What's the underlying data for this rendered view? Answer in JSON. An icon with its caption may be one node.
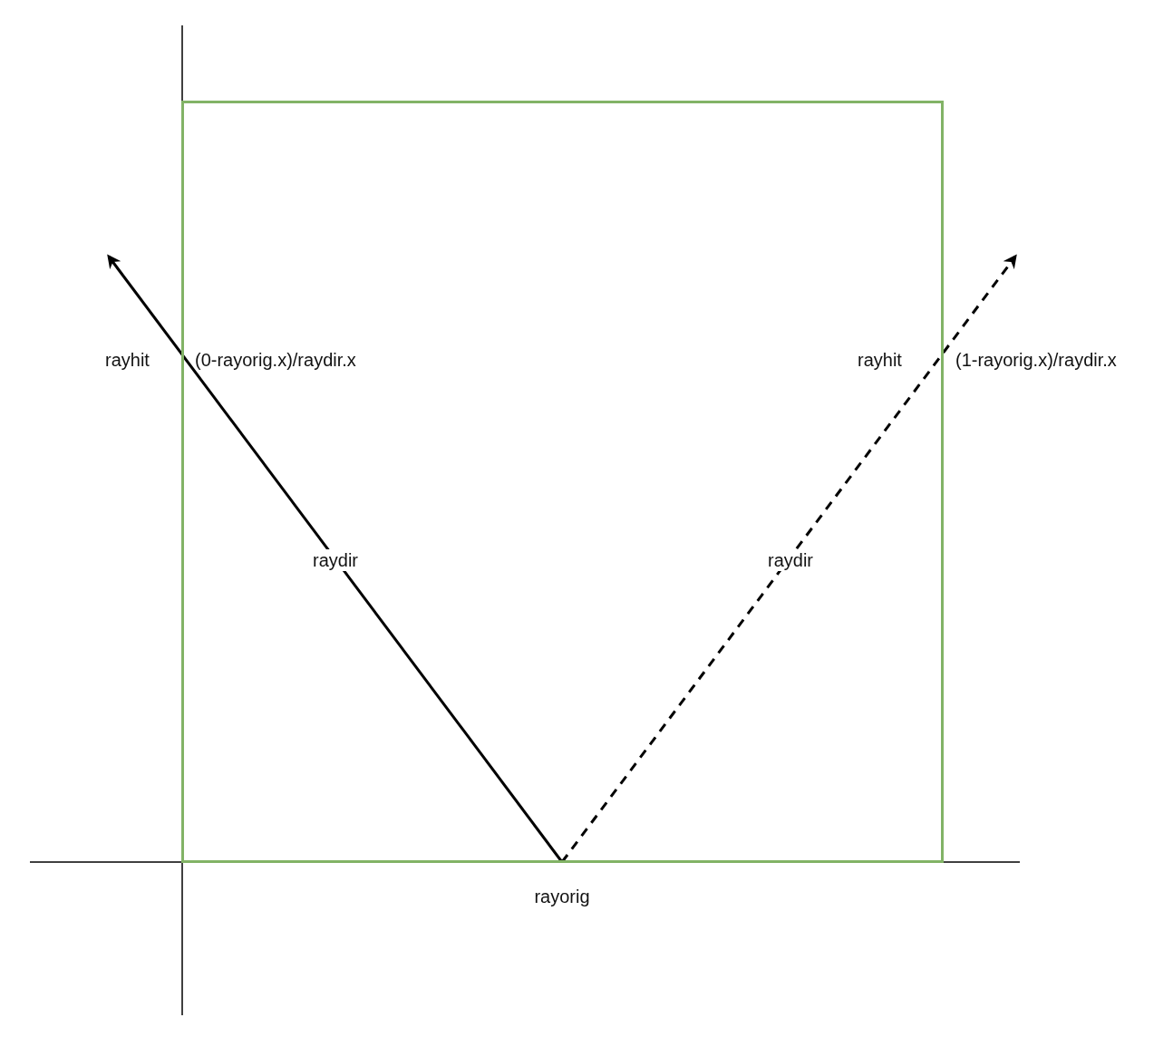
{
  "diagram": {
    "nodes": [
      {
        "text": [],
        "shape": "box"
      },
      {
        "text": [
          "rayorig"
        ]
      }
    ],
    "edges": [
      {
        "from": 1,
        "to": null,
        "arrow": "to",
        "label": "raydir"
      },
      {
        "from": 1,
        "to": null,
        "arrow": "to",
        "label": "raydir",
        "style": "dashed"
      }
    ],
    "labels": [
      "rayhit",
      "(0-rayorig.x)/raydir.x",
      "rayhit",
      "(1-rayorig.x)/raydir.x"
    ]
  }
}
